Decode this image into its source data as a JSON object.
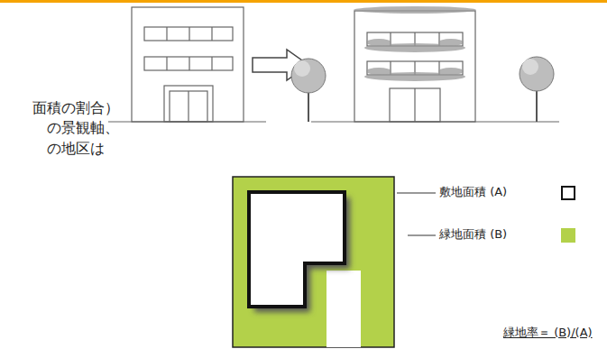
{
  "diagram": {
    "labels": [
      "面積の割合）",
      "の景観軸、",
      "の地区は",
      "緑地率＝ (B)/(A)"
    ],
    "legend": [
      {
        "text": "敷地面積 (A)",
        "color": "#ffffff"
      },
      {
        "text": "緑地面積 (B)",
        "color": "#b3d14a"
      }
    ]
  }
}
